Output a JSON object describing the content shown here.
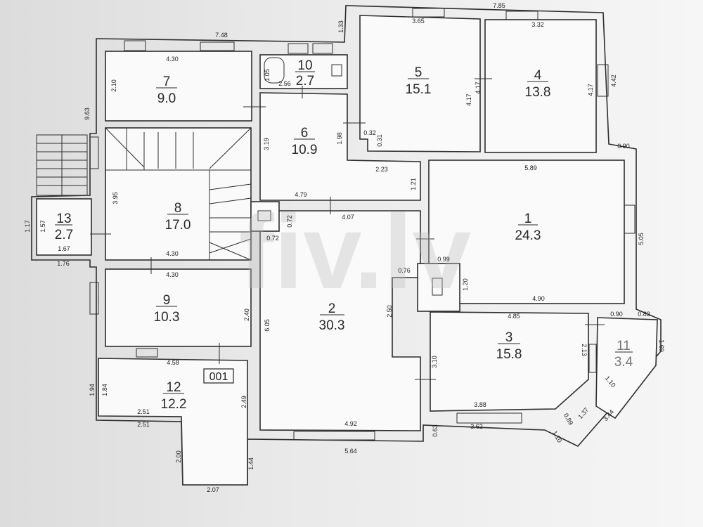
{
  "watermark": "fiv.lv",
  "tag": "001",
  "rooms": [
    {
      "number": "1",
      "area": "24.3"
    },
    {
      "number": "2",
      "area": "30.3"
    },
    {
      "number": "3",
      "area": "15.8"
    },
    {
      "number": "4",
      "area": "13.8"
    },
    {
      "number": "5",
      "area": "15.1"
    },
    {
      "number": "6",
      "area": "10.9"
    },
    {
      "number": "7",
      "area": "9.0"
    },
    {
      "number": "8",
      "area": "17.0"
    },
    {
      "number": "9",
      "area": "10.3"
    },
    {
      "number": "10",
      "area": "2.7"
    },
    {
      "number": "11",
      "area": "3.4"
    },
    {
      "number": "12",
      "area": "12.2"
    },
    {
      "number": "13",
      "area": "2.7"
    }
  ],
  "dims": [
    "7.48",
    "1.33",
    "7.85",
    "3.65",
    "3.32",
    "4.42",
    "4.17",
    "4.17",
    "4.17",
    "0.90",
    "4.30",
    "2.10",
    "9.63",
    "1.05",
    "2.56",
    "3.19",
    "1.98",
    "0.32",
    "0.31",
    "2.23",
    "1.21",
    "5.89",
    "4.79",
    "4.07",
    "0.72",
    "0.72",
    "3.95",
    "1.17",
    "1.57",
    "1.67",
    "1.76",
    "4.30",
    "4.30",
    "5.05",
    "0.99",
    "0.76",
    "1.20",
    "4.90",
    "2.40",
    "6.05",
    "2.50",
    "4.85",
    "0.90",
    "0.83",
    "1.69",
    "2.13",
    "1.10",
    "3.10",
    "4.58",
    "1.94",
    "1.84",
    "2.49",
    "2.51",
    "2.51",
    "3.88",
    "3.62",
    "0.63",
    "1.37",
    "3.44",
    "0.89",
    "1.10",
    "4.92",
    "5.64",
    "2.00",
    "1.44",
    "2.07"
  ]
}
